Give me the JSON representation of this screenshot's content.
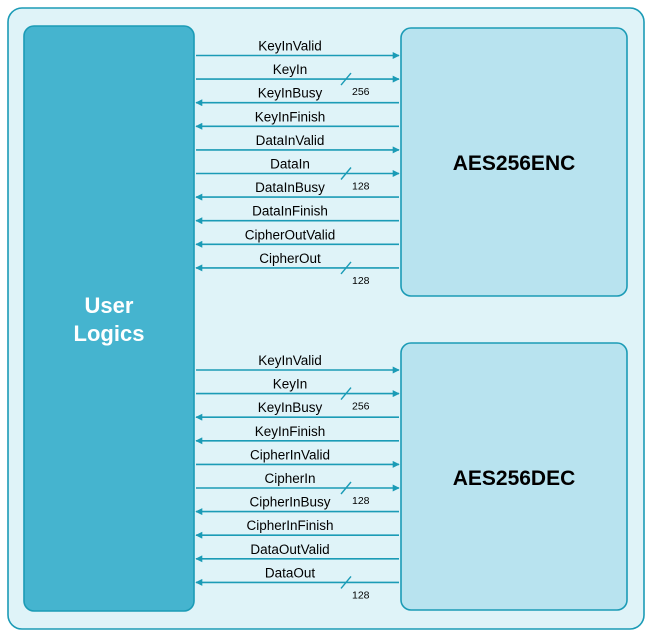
{
  "colors": {
    "outer_fill": "#dff3f8",
    "border": "#1b9bb6",
    "user_block_fill": "#45b4cf",
    "aes_block_fill": "#b8e3ef",
    "arrow": "#1b9bb6",
    "label_text": "#000000",
    "user_text": "#ffffff"
  },
  "user_block": {
    "line1": "User",
    "line2": "Logics"
  },
  "blocks": [
    {
      "id": "enc",
      "name": "AES256ENC",
      "signals": [
        {
          "label": "KeyInValid",
          "dir": "right",
          "width": ""
        },
        {
          "label": "KeyIn",
          "dir": "right",
          "width": "256"
        },
        {
          "label": "KeyInBusy",
          "dir": "left",
          "width": ""
        },
        {
          "label": "KeyInFinish",
          "dir": "left",
          "width": ""
        },
        {
          "label": "DataInValid",
          "dir": "right",
          "width": ""
        },
        {
          "label": "DataIn",
          "dir": "right",
          "width": "128"
        },
        {
          "label": "DataInBusy",
          "dir": "left",
          "width": ""
        },
        {
          "label": "DataInFinish",
          "dir": "left",
          "width": ""
        },
        {
          "label": "CipherOutValid",
          "dir": "left",
          "width": ""
        },
        {
          "label": "CipherOut",
          "dir": "left",
          "width": "128"
        }
      ]
    },
    {
      "id": "dec",
      "name": "AES256DEC",
      "signals": [
        {
          "label": "KeyInValid",
          "dir": "right",
          "width": ""
        },
        {
          "label": "KeyIn",
          "dir": "right",
          "width": "256"
        },
        {
          "label": "KeyInBusy",
          "dir": "left",
          "width": ""
        },
        {
          "label": "KeyInFinish",
          "dir": "left",
          "width": ""
        },
        {
          "label": "CipherInValid",
          "dir": "right",
          "width": ""
        },
        {
          "label": "CipherIn",
          "dir": "right",
          "width": "128"
        },
        {
          "label": "CipherInBusy",
          "dir": "left",
          "width": ""
        },
        {
          "label": "CipherInFinish",
          "dir": "left",
          "width": ""
        },
        {
          "label": "DataOutValid",
          "dir": "left",
          "width": ""
        },
        {
          "label": "DataOut",
          "dir": "left",
          "width": "128"
        }
      ]
    }
  ]
}
